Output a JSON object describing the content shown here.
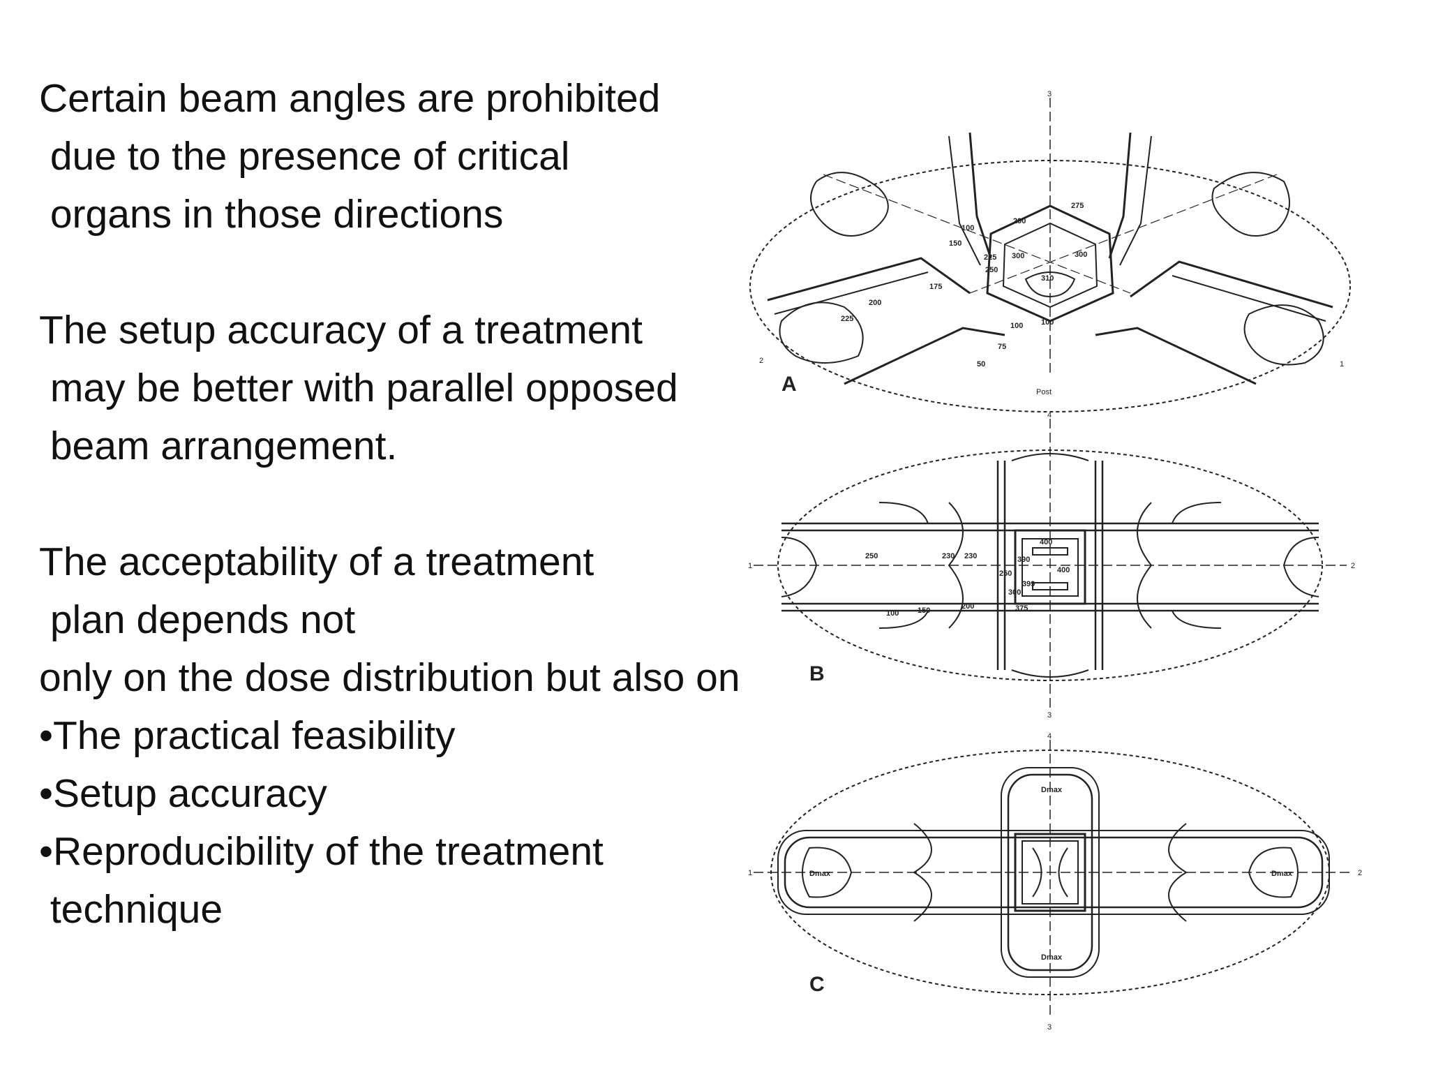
{
  "paragraphs": {
    "p1": [
      "Certain beam angles are prohibited",
      " due to the presence of critical",
      " organs in those directions"
    ],
    "p2": [
      "The setup accuracy of a treatment",
      " may be better with parallel opposed",
      " beam arrangement."
    ],
    "p3": [
      "The acceptability of a treatment",
      " plan depends not",
      "only on the dose distribution but also on"
    ],
    "bullets": [
      "•The practical feasibility",
      "•Setup accuracy",
      "•Reproducibility of the treatment",
      " technique"
    ]
  },
  "figure": {
    "panel_a": {
      "label": "A",
      "bottom_caption": "Post",
      "axis_labels": [
        "3",
        "2",
        "1"
      ],
      "isodose_labels": [
        "275",
        "290",
        "100",
        "150",
        "225",
        "300",
        "300",
        "310",
        "250",
        "175",
        "200",
        "225",
        "100",
        "100",
        "75",
        "50"
      ]
    },
    "panel_b": {
      "label": "B",
      "axis_labels": [
        "4",
        "1",
        "2",
        "3"
      ],
      "isodose_labels": [
        "250",
        "230",
        "230",
        "400",
        "390",
        "400",
        "250",
        "399",
        "300",
        "375",
        "100",
        "150",
        "200"
      ]
    },
    "panel_c": {
      "label": "C",
      "axis_labels": [
        "4",
        "1",
        "2",
        "3"
      ],
      "isodose_labels": [
        "Dmax",
        "Dmax",
        "Dmax",
        "Dmax"
      ]
    }
  }
}
